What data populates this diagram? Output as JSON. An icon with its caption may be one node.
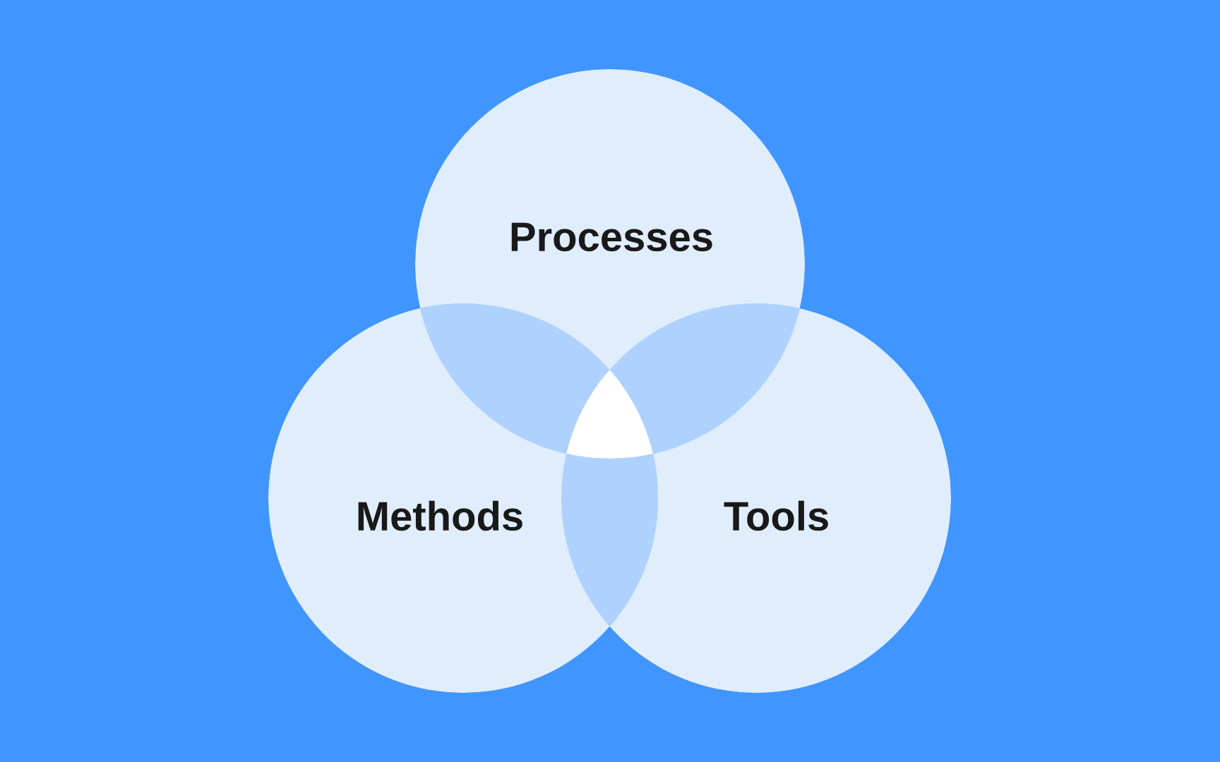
{
  "diagram": {
    "nodes": [
      {
        "text": [
          "Processes"
        ]
      },
      {
        "text": [
          "Methods"
        ]
      },
      {
        "text": [
          "Tools"
        ]
      }
    ]
  }
}
